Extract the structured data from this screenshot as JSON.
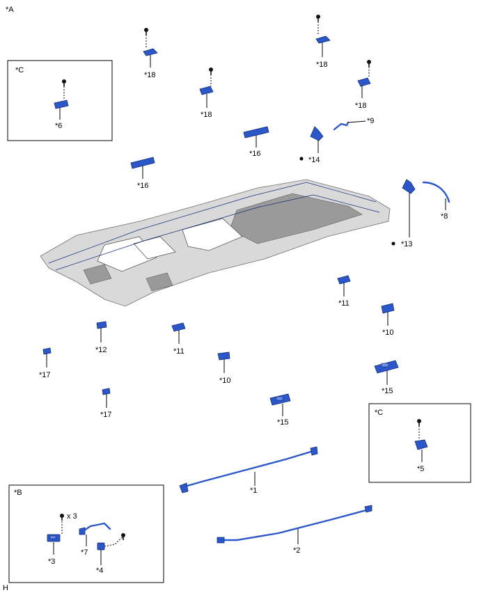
{
  "view_labels": {
    "a": "*A",
    "b": "*B",
    "c1": "*C",
    "c2": "*C",
    "footer": "H"
  },
  "callouts": {
    "p1": "*1",
    "p2": "*2",
    "p3": "*3",
    "p4": "*4",
    "p5": "*5",
    "p6": "*6",
    "p7": "*7",
    "p8": "*8",
    "p9": "*9",
    "p10a": "*10",
    "p10b": "*10",
    "p11a": "*11",
    "p11b": "*11",
    "p12": "*12",
    "p13": "*13",
    "p14": "*14",
    "p15a": "*15",
    "p15b": "*15",
    "p16a": "*16",
    "p16b": "*16",
    "p17a": "*17",
    "p17b": "*17",
    "p18a": "*18",
    "p18b": "*18",
    "p18c": "*18",
    "p18d": "*18"
  },
  "quantity_note": "x 3",
  "colors": {
    "part": "#2b57c9",
    "headliner": "#d9d9d9"
  }
}
